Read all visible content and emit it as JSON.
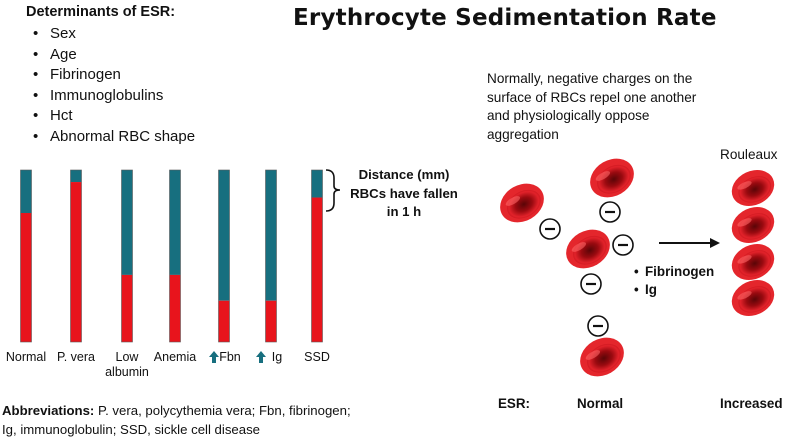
{
  "title": "Erythrocyte Sedimentation Rate",
  "determinants": {
    "heading": "Determinants of ESR:",
    "items": [
      "Sex",
      "Age",
      "Fibrinogen",
      "Immunoglobulins",
      "Hct",
      "Abnormal RBC shape"
    ]
  },
  "intro_text": "Normally, negative charges on the surface of RBCs repel one another and physiologically oppose aggregation",
  "rouleaux_label": "Rouleaux",
  "distance_label": "Distance (mm) RBCs have fallen in 1  h",
  "tubes": [
    {
      "label": "Normal",
      "arrow": false,
      "settled_fraction": 0.75
    },
    {
      "label": "P. vera",
      "arrow": false,
      "settled_fraction": 0.93
    },
    {
      "label": "Low albumin",
      "arrow": false,
      "settled_fraction": 0.39
    },
    {
      "label": "Anemia",
      "arrow": false,
      "settled_fraction": 0.39
    },
    {
      "label": "Fbn",
      "arrow": true,
      "settled_fraction": 0.24
    },
    {
      "label": "Ig",
      "arrow": true,
      "settled_fraction": 0.24
    },
    {
      "label": "SSD",
      "arrow": false,
      "settled_fraction": 0.84
    }
  ],
  "abbreviations": {
    "heading": "Abbreviations:",
    "text": " P. vera, polycythemia vera; Fbn, fibrinogen; Ig, immunoglobulin; SSD, sickle cell disease"
  },
  "factors": [
    "Fibrinogen",
    "Ig"
  ],
  "esr_label": "ESR:",
  "normal_label": "Normal",
  "increased_label": "Increased",
  "colors": {
    "plasma": "#176f7f",
    "rbc": "#e8141c",
    "cell_dark": "#a80c12",
    "cell_light": "#e4262c"
  }
}
